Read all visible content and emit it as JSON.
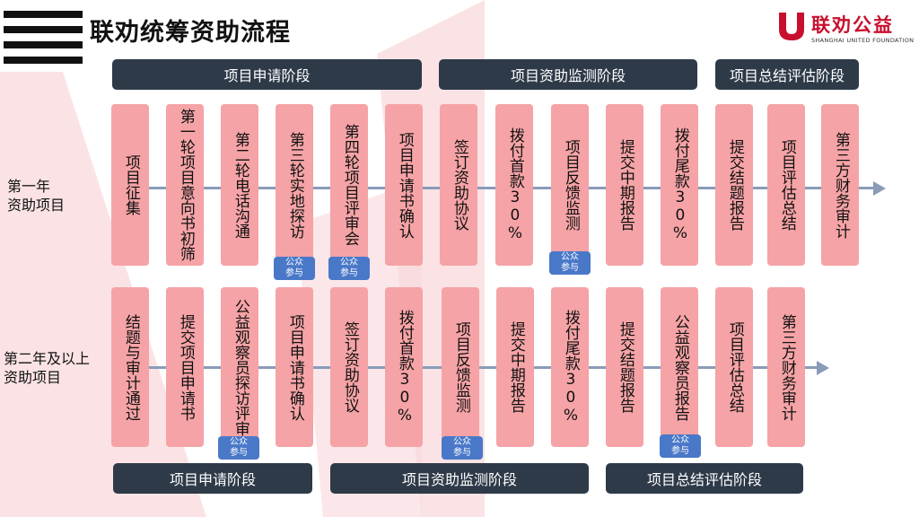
{
  "header": {
    "title": "联劝统筹资助流程"
  },
  "logo": {
    "name": "联劝公益",
    "subtitle": "SHANGHAI UNITED FOUNDATION"
  },
  "colors": {
    "accent": "#c8102e",
    "phase_bg": "#2e3a48",
    "step_bg": "#f5a3a6",
    "arrow": "#8a9bb8",
    "badge_bg": "#4a78c8"
  },
  "row1": {
    "label": "第一年\n资助项目",
    "phases": [
      "项目申请阶段",
      "项目资助监测阶段",
      "项目总结评估阶段"
    ],
    "steps": [
      "项目征集",
      "第一轮项目意向书初筛",
      "第二轮电话沟通",
      "第三轮实地探访",
      "第四轮项目评审会",
      "项目申请书确认",
      "签订资助协议",
      "拨付首款30%",
      "项目反馈监测",
      "提交中期报告",
      "拨付尾款30%",
      "提交结题报告",
      "项目评估总结",
      "第三方财务审计"
    ]
  },
  "row2": {
    "label": "第二年及以上\n资助项目",
    "phases": [
      "项目申请阶段",
      "项目资助监测阶段",
      "项目总结评估阶段"
    ],
    "steps": [
      "结题与审计通过",
      "提交项目申请书",
      "公益观察员探访评审",
      "项目申请书确认",
      "签订资助协议",
      "拨付首款30%",
      "项目反馈监测",
      "提交中期报告",
      "拨付尾款30%",
      "提交结题报告",
      "公益观察员报告",
      "项目评估总结",
      "第三方财务审计"
    ]
  },
  "badge": {
    "line1": "公众",
    "line2": "参与"
  }
}
